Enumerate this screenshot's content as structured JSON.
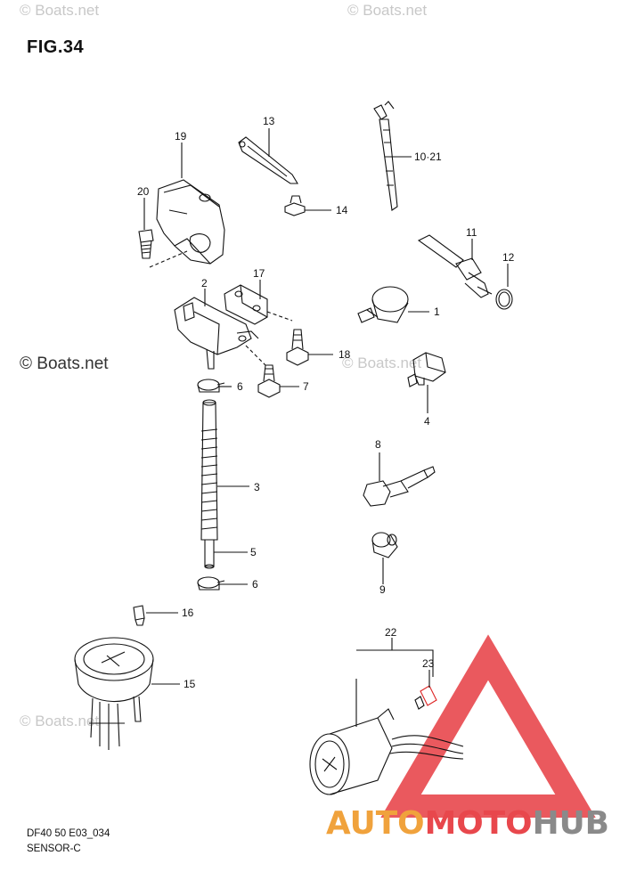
{
  "figure": {
    "title": "FIG.34",
    "code": "DF40 50 E03_034",
    "section": "SENSOR-C"
  },
  "watermarks": {
    "top_left": "© Boats.net",
    "top_right": "© Boats.net",
    "main": "© Boats.net",
    "mid_right": "© Boats.net",
    "bottom_left": "© Boats.net"
  },
  "callouts": [
    "1",
    "2",
    "3",
    "4",
    "5",
    "6",
    "6",
    "7",
    "8",
    "9",
    "10·21",
    "11",
    "12",
    "13",
    "14",
    "15",
    "16",
    "17",
    "18",
    "19",
    "20",
    "22",
    "23"
  ],
  "logo": {
    "part1": "AUTO",
    "part2": "MOTO",
    "part3": "HUB",
    "color_red": "#e8474c",
    "color_orange": "#f0a23c",
    "color_gray": "#8a8a8a"
  }
}
